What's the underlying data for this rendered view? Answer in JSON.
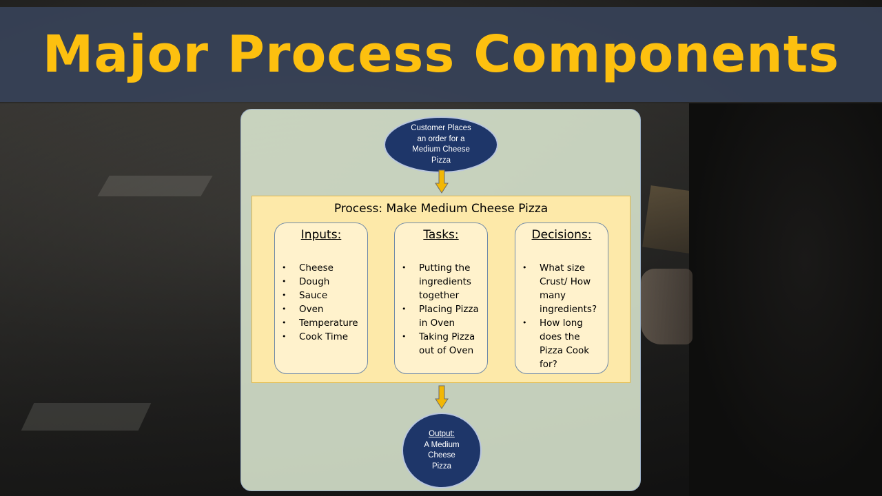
{
  "title": "Major Process Components",
  "diagram": {
    "start": {
      "lines": [
        "Customer Places",
        "an order for a",
        "Medium Cheese",
        "Pizza"
      ]
    },
    "process": {
      "title": "Process: Make Medium Cheese Pizza",
      "columns": [
        {
          "heading": "Inputs:",
          "items": [
            "Cheese",
            "Dough",
            "Sauce",
            "Oven",
            "Temperature",
            "Cook Time"
          ]
        },
        {
          "heading": "Tasks:",
          "items": [
            "Putting the ingredients together",
            "Placing Pizza in Oven",
            "Taking Pizza out of Oven"
          ]
        },
        {
          "heading": "Decisions:",
          "items": [
            "What size Crust/ How many ingredients?",
            "How long does the Pizza Cook for?"
          ]
        }
      ]
    },
    "output": {
      "label": "Output:",
      "lines": [
        "A Medium",
        "Cheese",
        "Pizza"
      ]
    }
  },
  "colors": {
    "title": "#fdc00f",
    "title_bar": "#374258",
    "oval": "#1e3669",
    "process_box": "#fde9a9",
    "column_box": "#fff2cc",
    "arrow": "#f2b705"
  }
}
